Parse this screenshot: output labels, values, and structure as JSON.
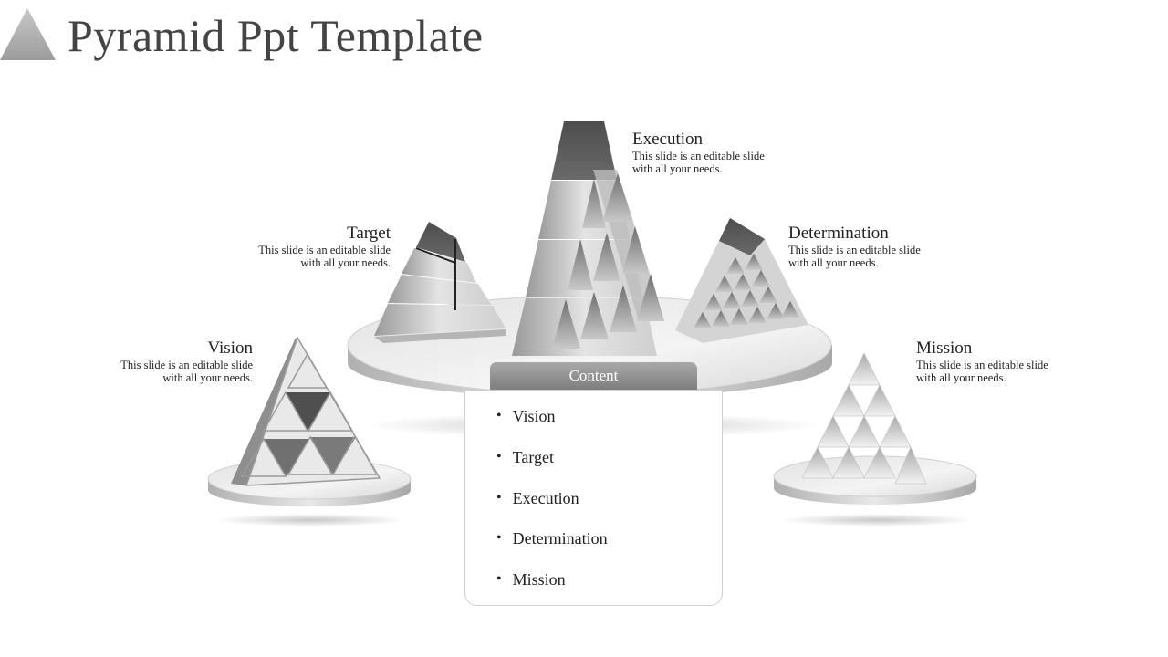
{
  "slide": {
    "title": "Pyramid Ppt Template",
    "colors": {
      "dark": "#555555",
      "mid": "#9a9a9a",
      "light": "#e6e6e6"
    }
  },
  "labels": [
    {
      "id": "execution",
      "heading": "Execution",
      "desc": "This slide is an editable slide with all your needs."
    },
    {
      "id": "target",
      "heading": "Target",
      "desc": "This slide is an editable slide with all your needs."
    },
    {
      "id": "determination",
      "heading": "Determination",
      "desc": "This slide is an editable slide with all your needs."
    },
    {
      "id": "vision",
      "heading": "Vision",
      "desc": "This slide is an editable slide with all your needs."
    },
    {
      "id": "mission",
      "heading": "Mission",
      "desc": "This slide is an editable slide with all your needs."
    }
  ],
  "content": {
    "tab": "Content",
    "items": [
      "Vision",
      "Target",
      "Execution",
      "Determination",
      "Mission"
    ]
  }
}
